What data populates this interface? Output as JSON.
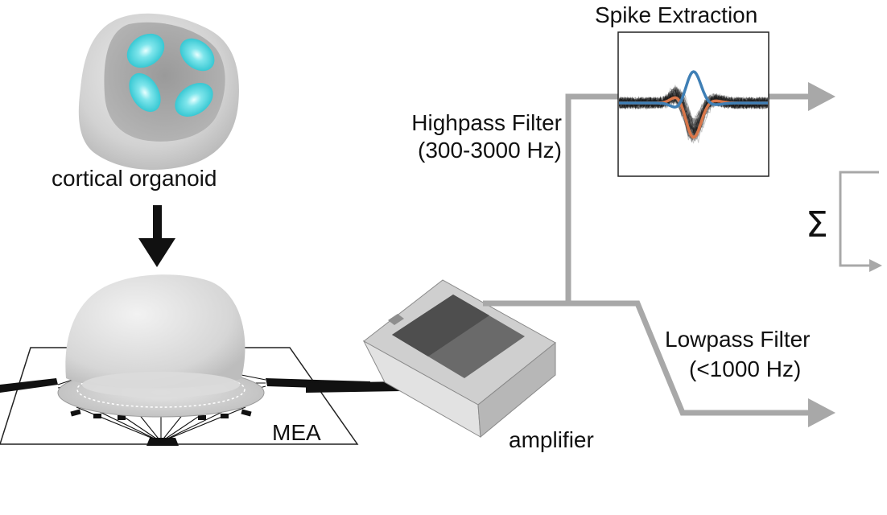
{
  "labels": {
    "organoid": "cortical organoid",
    "mea": "MEA",
    "amplifier": "amplifier",
    "highpass_line1": "Highpass Filter",
    "highpass_line2": "(300-3000 Hz)",
    "lowpass_line1": "Lowpass Filter",
    "lowpass_line2": "(<1000 Hz)",
    "spike": "Spike Extraction",
    "sum_symbol": "Σ"
  },
  "colors": {
    "signal_path": "#a8a8a8",
    "organoid_body": "#cfcfcf",
    "organoid_core": "#a9a9a9",
    "rosette": "#45d4dc",
    "mea_lines": "#111111",
    "mean_waveform_a": "#d9774a",
    "mean_waveform_b": "#3f7fb5",
    "raw_traces": "#1a1a1a"
  },
  "icons": {
    "down_arrow": "arrow-down-icon",
    "sum": "sigma-icon"
  }
}
